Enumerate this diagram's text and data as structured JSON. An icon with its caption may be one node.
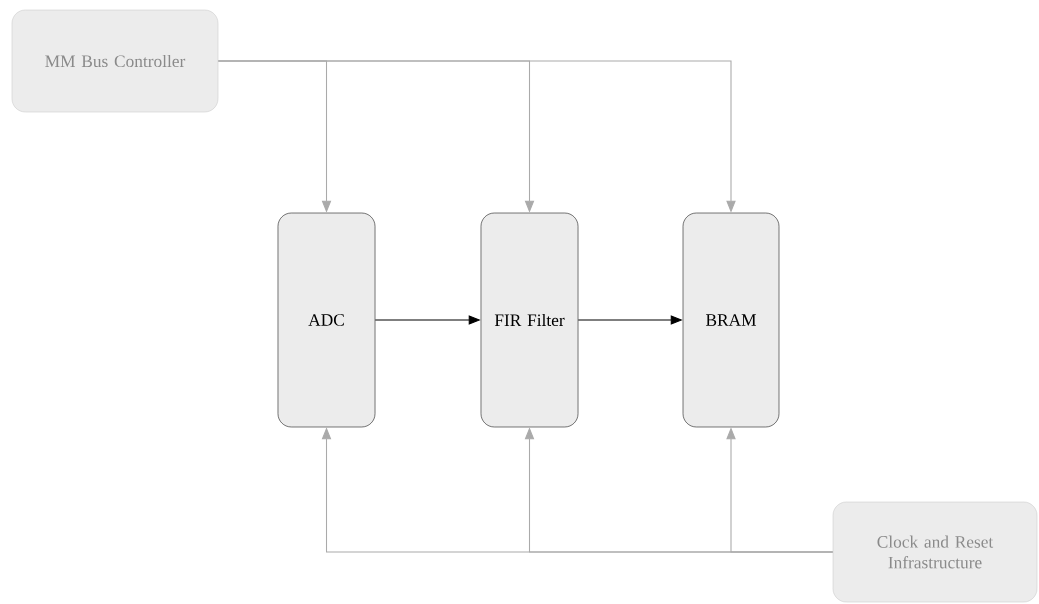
{
  "diagram": {
    "nodes": [
      {
        "text": [
          "MM Bus Controller"
        ]
      },
      {
        "text": [
          "ADC"
        ]
      },
      {
        "text": [
          "FIR Filter"
        ]
      },
      {
        "text": [
          "BRAM"
        ]
      },
      {
        "text": [
          "Clock and Reset Infrastructure"
        ]
      }
    ],
    "edges": [
      {
        "from": 0,
        "to": 1,
        "arrow": "to"
      },
      {
        "from": 0,
        "to": 2,
        "arrow": "to"
      },
      {
        "from": 0,
        "to": 3,
        "arrow": "to"
      },
      {
        "from": 1,
        "to": 2,
        "arrow": "to",
        "color": "#000000"
      },
      {
        "from": 2,
        "to": 3,
        "arrow": "to",
        "color": "#000000"
      },
      {
        "from": 4,
        "to": 1,
        "arrow": "to"
      },
      {
        "from": 4,
        "to": 2,
        "arrow": "to"
      },
      {
        "from": 4,
        "to": 3,
        "arrow": "to"
      }
    ]
  }
}
